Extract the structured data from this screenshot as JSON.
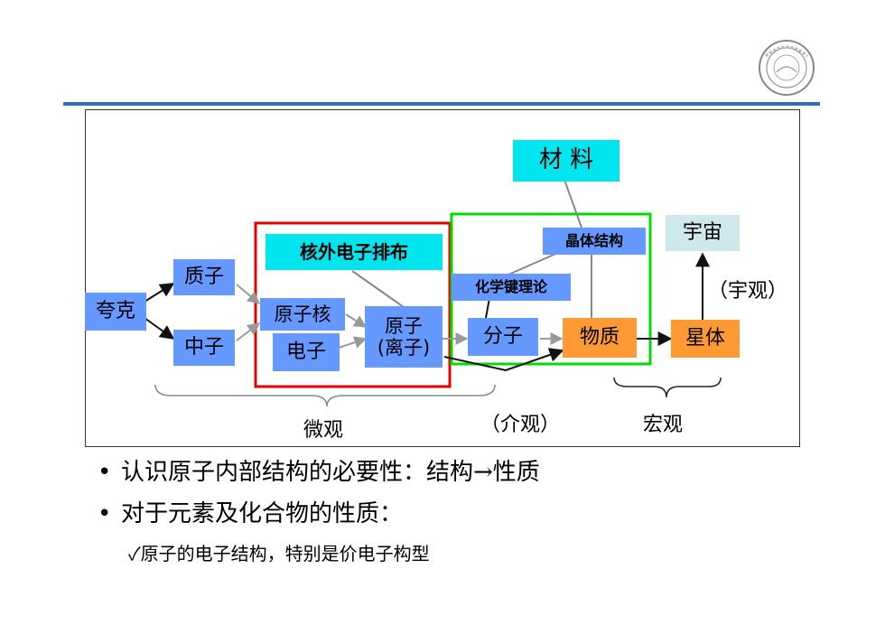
{
  "nodes": {
    "quark": "夸克",
    "proton": "质子",
    "neutron": "中子",
    "nucleus": "原子核",
    "electron": "电子",
    "atom": "原子\n(离子)",
    "molecule": "分子",
    "matter": "物质",
    "star": "星体",
    "universe": "宇宙",
    "material": "材 料",
    "electron_config": "核外电子排布",
    "chem_bond": "化学键理论",
    "crystal": "晶体结构"
  },
  "labels": {
    "micro": "微观",
    "meso": "（介观）",
    "macro": "宏观",
    "cosmic": "（宇观）"
  },
  "colors": {
    "node_blue": "#6699ff",
    "node_orange": "#ff9933",
    "node_cyan": "#00e5ee",
    "node_pale": "#cfe8ec",
    "frame_red": "#e60000",
    "frame_green": "#00dd00",
    "header_line": "#2f6fb6"
  },
  "bullets": [
    "认识原子内部结构的必要性：结构→性质",
    "对于元素及化合物的性质："
  ],
  "sub_bullets": [
    "✓原子的电子结构，特别是价电子构型"
  ]
}
